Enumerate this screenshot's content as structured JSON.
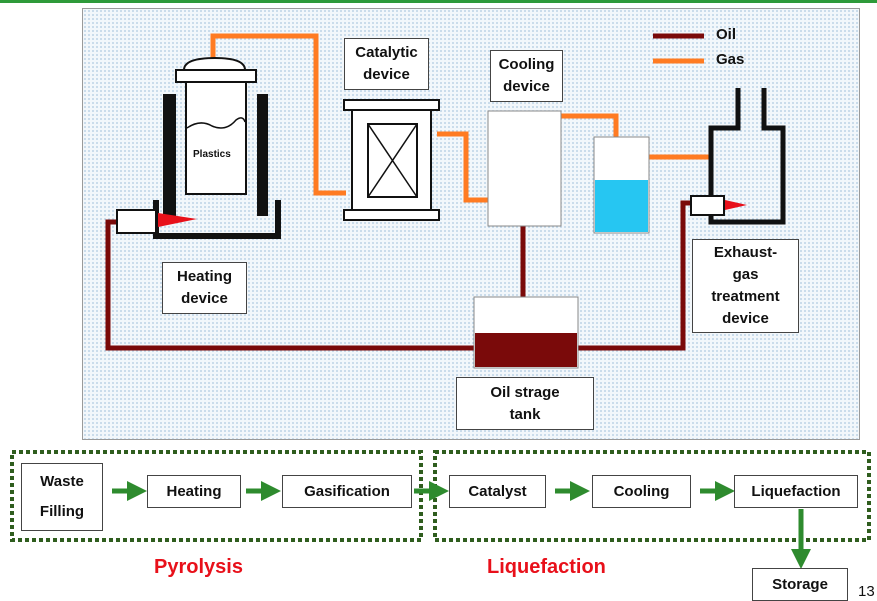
{
  "legend": {
    "oil": "Oil",
    "gas": "Gas"
  },
  "colors": {
    "oil": "#7a0a0a",
    "gas": "#ff7b22",
    "arrow": "#2e8b2e",
    "stage": "#e8101a",
    "water": "#26c6f2",
    "flame": "#e8101a"
  },
  "devices": {
    "catalytic": "Catalytic\ndevice",
    "cooling": "Cooling\ndevice",
    "heating": "Heating\ndevice",
    "exhaust": "Exhaust-\ngas\ntreatment\ndevice",
    "oil_tank": "Oil strage\ntank",
    "plastics": "Plastics"
  },
  "flow": {
    "pyrolysis_steps": [
      "Waste\nFilling",
      "Heating",
      "Gasification"
    ],
    "liquefaction_steps": [
      "Catalyst",
      "Cooling",
      "Liquefaction"
    ],
    "final_step": "Storage",
    "pyrolysis_label": "Pyrolysis",
    "liquefaction_label": "Liquefaction"
  },
  "page_number": "13"
}
